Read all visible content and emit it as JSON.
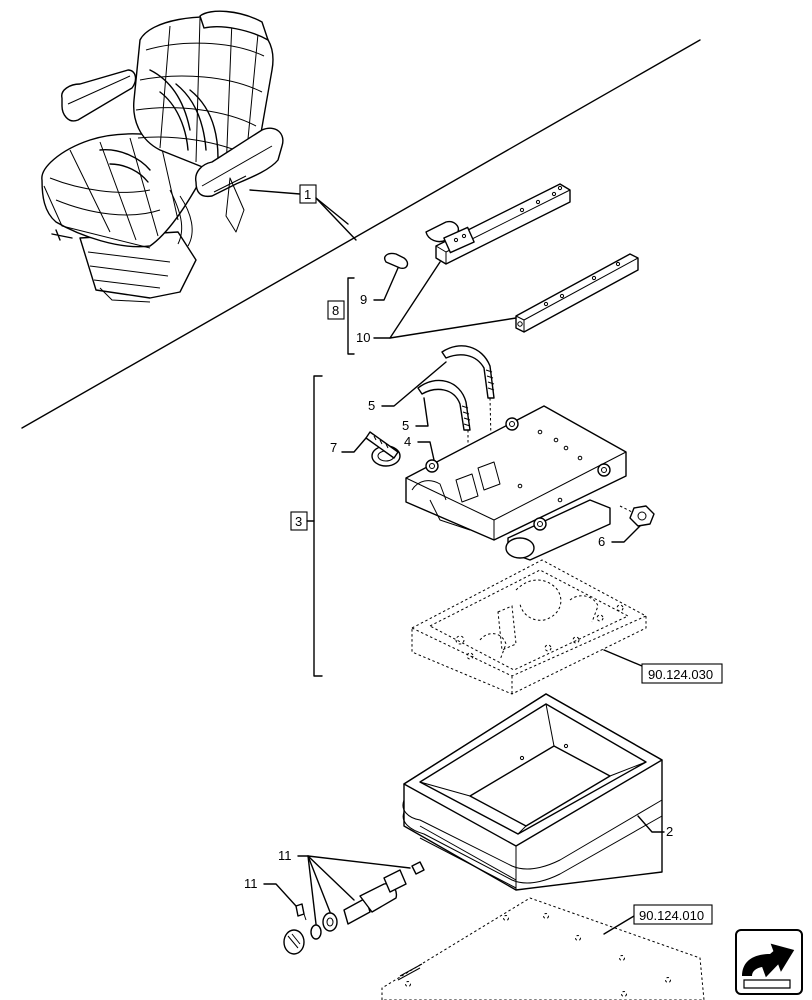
{
  "callouts": {
    "c1": "1",
    "c2": "2",
    "c3": "3",
    "c4": "4",
    "c5a": "5",
    "c5b": "5",
    "c6": "6",
    "c7": "7",
    "c8": "8",
    "c9": "9",
    "c10": "10",
    "c11a": "11",
    "c11b": "11"
  },
  "references": {
    "ref_seat_frame": "90.124.030",
    "ref_platform": "90.124.010"
  },
  "nav": {
    "icon": "back-arrow-icon"
  }
}
